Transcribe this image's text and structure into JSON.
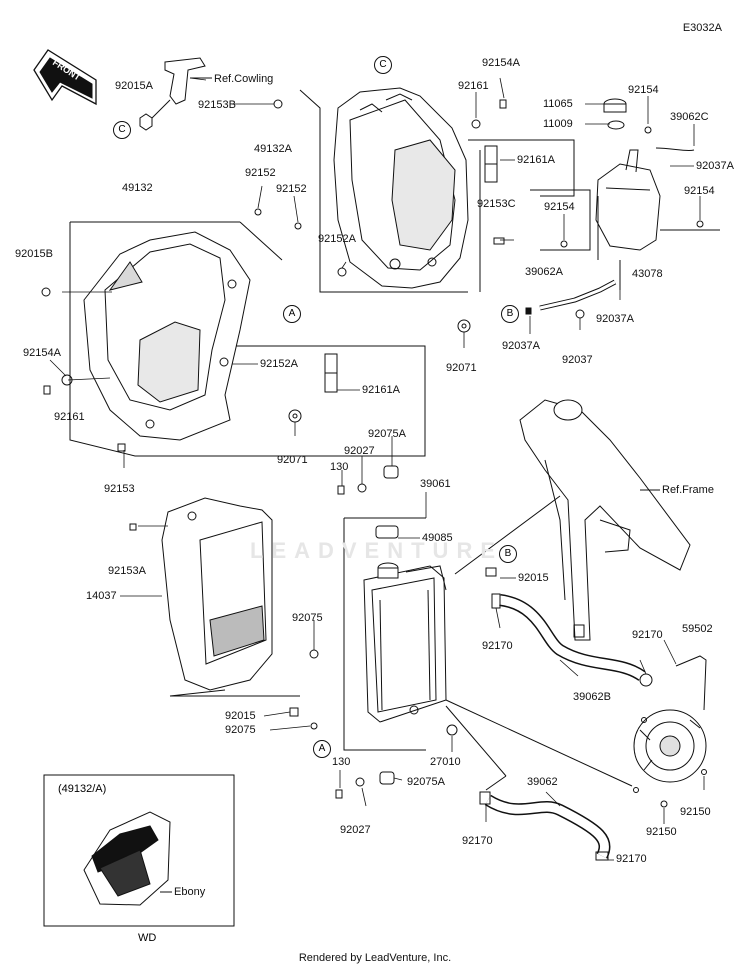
{
  "diagram_code": "E3032A",
  "footer": "Rendered by LeadVenture, Inc.",
  "watermark": "LEADVENTURE",
  "front_label": "FRONT",
  "inset": {
    "title": "(49132/A)",
    "caption": "WD",
    "note": "Ebony"
  },
  "callouts": {
    "A": "A",
    "B": "B",
    "C": "C"
  },
  "labels": {
    "l_92015A": "92015A",
    "l_refcowl": "Ref.Cowling",
    "l_92153B": "92153B",
    "l_49132A": "49132A",
    "l_92161_top": "92161",
    "l_92154A_top": "92154A",
    "l_92161A_top": "92161A",
    "l_92153C": "92153C",
    "l_92152A_top": "92152A",
    "l_92152_a": "92152",
    "l_92152_b": "92152",
    "l_49132": "49132",
    "l_92015B": "92015B",
    "l_92154A_left": "92154A",
    "l_92161_left": "92161",
    "l_92152A_mid": "92152A",
    "l_92161A_mid": "92161A",
    "l_92071_mid": "92071",
    "l_92153": "92153",
    "l_92071_right": "92071",
    "l_11065": "11065",
    "l_11009": "11009",
    "l_92154_a": "92154",
    "l_39062C": "39062C",
    "l_92037A_top": "92037A",
    "l_92154_b": "92154",
    "l_92154_c": "92154",
    "l_43078": "43078",
    "l_39062A": "39062A",
    "l_92037A_mid": "92037A",
    "l_92037A_low": "92037A",
    "l_92037": "92037",
    "l_92075A_top": "92075A",
    "l_92027_top": "92027",
    "l_130_top": "130",
    "l_39061": "39061",
    "l_49085": "49085",
    "l_92015_right": "92015",
    "l_refframe": "Ref.Frame",
    "l_92153A": "92153A",
    "l_14037": "14037",
    "l_92075": "92075",
    "l_92170_a": "92170",
    "l_92170_b": "92170",
    "l_59502": "59502",
    "l_39062B": "39062B",
    "l_92015_low": "92015",
    "l_92075_low": "92075",
    "l_27010": "27010",
    "l_130_low": "130",
    "l_92075A_low": "92075A",
    "l_92027_low": "92027",
    "l_39062": "39062",
    "l_92170_c": "92170",
    "l_92170_d": "92170",
    "l_92150_a": "92150",
    "l_92150_b": "92150"
  }
}
